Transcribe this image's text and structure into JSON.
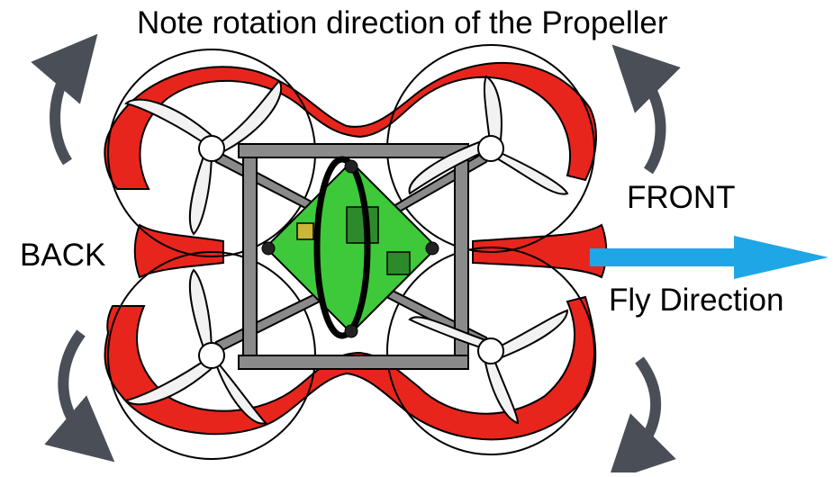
{
  "diagram": {
    "title": "Note rotation direction of the Propeller",
    "back_label": "BACK",
    "front_label": "FRONT",
    "fly_direction_label": "Fly Direction"
  },
  "colors": {
    "frame_guard": "#e8251c",
    "frame_guard_dark": "#b0140e",
    "body": "#8a8a8a",
    "board": "#3ec93a",
    "propeller": "#f2f2f2",
    "rotation_arrow": "#4a4f57",
    "fly_arrow": "#1fa6e6"
  },
  "icons": {
    "rotation": "curved-arrow-icon",
    "direction": "right-arrow-icon"
  }
}
